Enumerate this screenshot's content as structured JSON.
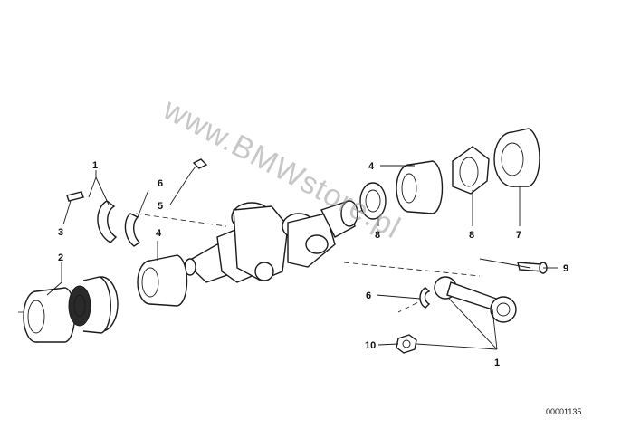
{
  "callouts": {
    "c1_top": "1",
    "c3": "3",
    "c6_left": "6",
    "c5": "5",
    "c2": "2",
    "c4_left": "4",
    "c4_right": "4",
    "c8_a": "8",
    "c8_b": "8",
    "c7": "7",
    "c9": "9",
    "c6_right": "6",
    "c10": "10",
    "c1_bottom": "1"
  },
  "document_number": "00001135",
  "watermark": "www.BMWstore.pl"
}
